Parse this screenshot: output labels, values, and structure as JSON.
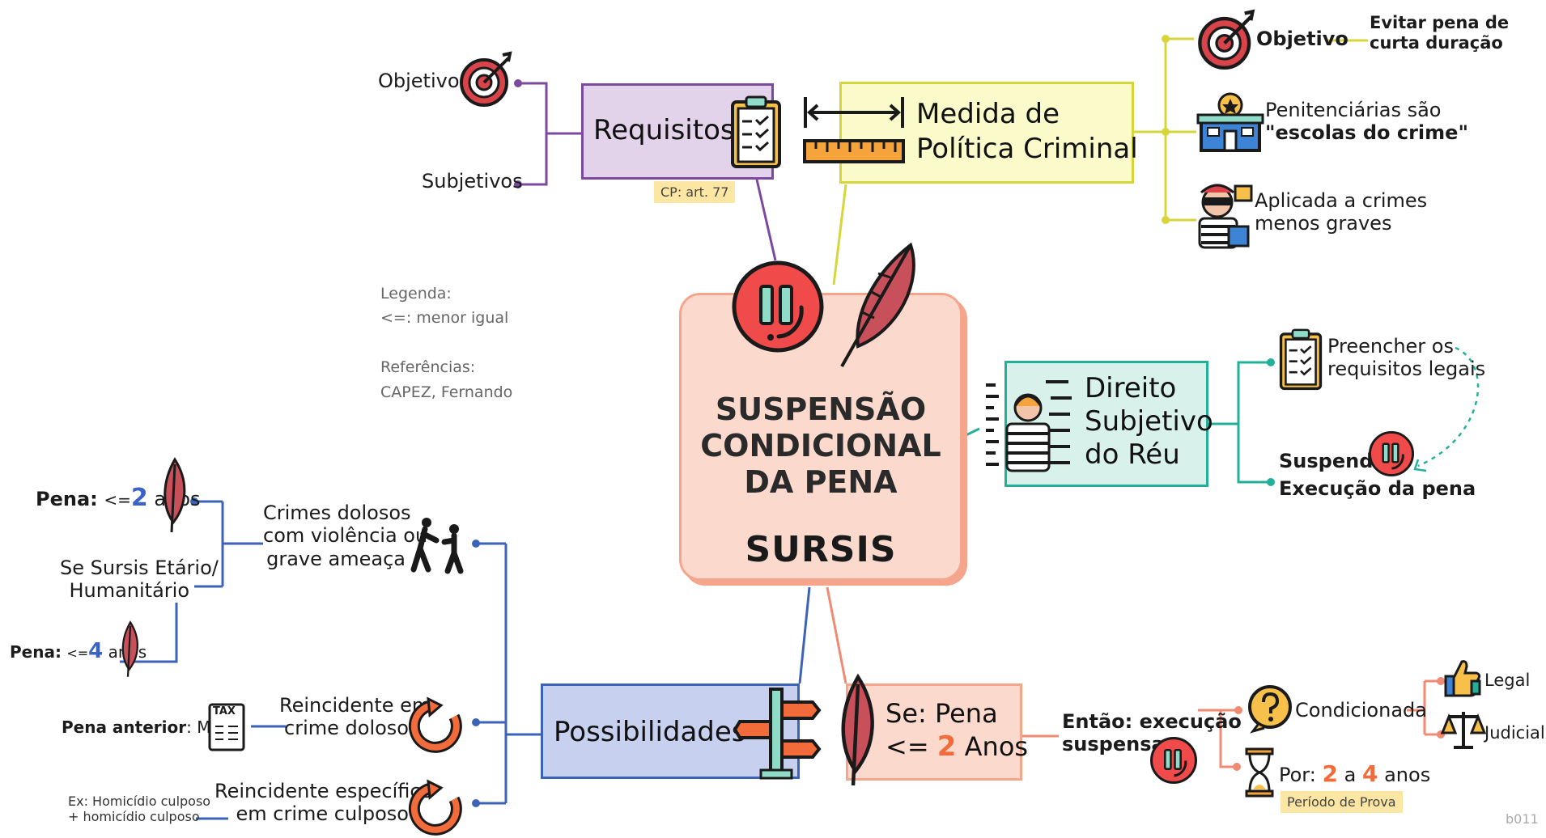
{
  "center": {
    "title_lines": [
      "SUSPENSÃO",
      "CONDICIONAL",
      "DA PENA"
    ],
    "subtitle": "SURSIS"
  },
  "legend": {
    "heading": "Legenda:",
    "item": "<=: menor igual",
    "ref_heading": "Referências:",
    "ref": "CAPEZ, Fernando"
  },
  "requisitos": {
    "label": "Requisitos",
    "tag": "CP: art. 77",
    "objetivos": "Objetivos",
    "subjetivos": "Subjetivos"
  },
  "politica": {
    "label_lines": [
      "Medida de",
      "Política Criminal"
    ],
    "objetivo": "Objetivo",
    "objetivo_desc_lines": [
      "Evitar pena de",
      "curta duração"
    ],
    "penitenciarias_lines": [
      "Penitenciárias são",
      "\"escolas do crime\""
    ],
    "aplicada_lines": [
      "Aplicada a crimes",
      "menos graves"
    ]
  },
  "direito": {
    "label_lines": [
      "Direito",
      "Subjetivo",
      "do Réu"
    ],
    "preencher_lines": [
      "Preencher os",
      "requisitos legais"
    ],
    "suspende": "Suspende",
    "execucao": "Execução da pena"
  },
  "possibilidades": {
    "label": "Possibilidades",
    "crimes_lines": [
      "Crimes dolosos",
      "com violência ou",
      "grave ameaça"
    ],
    "pena_label": "Pena:",
    "pena_le": "<=",
    "pena_2": "2",
    "anos": "anos",
    "etario_lines": [
      "Se Sursis Etário/",
      "Humanitário"
    ],
    "pena_4": "4",
    "reincidente_doloso_lines": [
      "Reincidente em",
      "crime doloso"
    ],
    "pena_anterior_label": "Pena anterior",
    "pena_anterior_value": ": Multa",
    "tax": "TAX",
    "reincidente_culposo_lines": [
      "Reincidente específico",
      "em crime culposo"
    ],
    "exemplo_lines": [
      "Ex: Homicídio culposo",
      "+ homicídio culposo"
    ]
  },
  "se_pena": {
    "label_line1": "Se: Pena",
    "le": "<=",
    "num": "2",
    "anos": "Anos",
    "entao_lines": [
      "Então: execução",
      "suspensa"
    ],
    "condicionada": "Condicionada",
    "legal": "Legal",
    "judicial": "Judicial",
    "por": "Por:",
    "num_a": "2",
    "a": "a",
    "num_b": "4",
    "anos_lower": "anos",
    "periodo": "Período de Prova"
  },
  "footer_code": "b011",
  "colors": {
    "purple": "#7b4a9e",
    "yellow": "#d6d63a",
    "teal": "#23b09a",
    "blue": "#3d63b8",
    "salmon": "#f08a72",
    "red": "#f04a4a"
  }
}
